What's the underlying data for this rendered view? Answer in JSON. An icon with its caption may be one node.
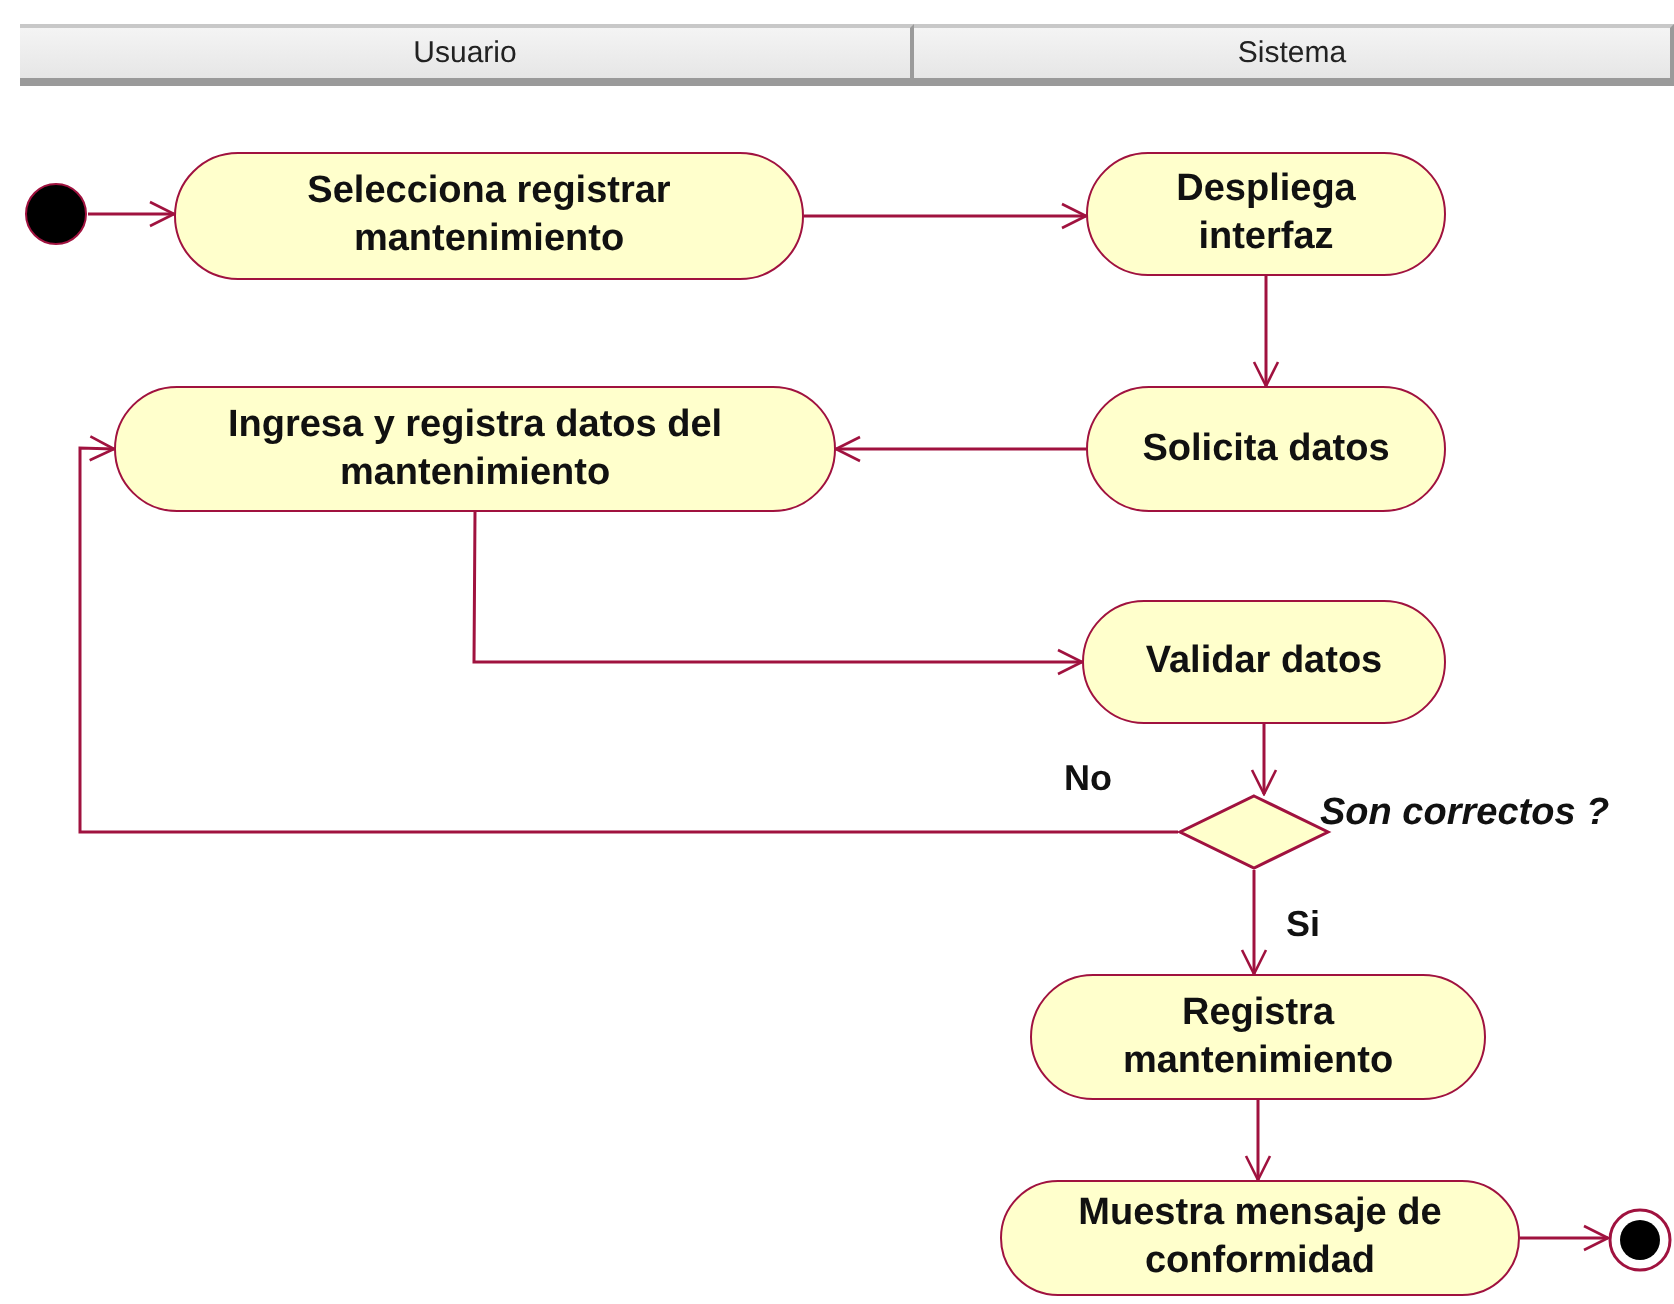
{
  "diagram": {
    "nodes": [
      {
        "text": [
          "Usuario"
        ]
      },
      {
        "text": [
          "Sistema"
        ]
      },
      {
        "text": [],
        "shape": "circle",
        "in": 0
      },
      {
        "text": [
          "Selecciona registrar mantenimiento"
        ],
        "in": 0
      },
      {
        "text": [
          "Despliega interfaz"
        ],
        "in": 1
      },
      {
        "text": [
          "Ingresa y registra datos del mantenimiento"
        ],
        "in": 0
      },
      {
        "text": [
          "Solicita datos"
        ],
        "in": 1
      },
      {
        "text": [
          "Validar datos"
        ],
        "in": 1
      },
      {
        "text": [],
        "shape": "diamond",
        "in": 1,
        "beside": [
          "Son correctos ?"
        ]
      },
      {
        "text": [
          "Registra mantenimiento"
        ],
        "in": 1
      },
      {
        "text": [
          "Muestra mensaje de conformidad"
        ],
        "in": 1
      },
      {
        "text": [],
        "shape": "circle",
        "in": 1
      }
    ],
    "edges": [
      {
        "from": 2,
        "to": 3,
        "arrow": "to"
      },
      {
        "from": 3,
        "to": 4,
        "arrow": "to"
      },
      {
        "from": 4,
        "to": 6,
        "arrow": "to"
      },
      {
        "from": 6,
        "to": 5,
        "arrow": "to"
      },
      {
        "from": 5,
        "to": 7,
        "arrow": "to"
      },
      {
        "from": 7,
        "to": 8,
        "arrow": "to"
      },
      {
        "from": 8,
        "to": 5,
        "arrow": "to",
        "label": "No"
      },
      {
        "from": 8,
        "to": 9,
        "arrow": "to",
        "label": "Si"
      },
      {
        "from": 9,
        "to": 10,
        "arrow": "to"
      },
      {
        "from": 10,
        "to": 11,
        "arrow": "to"
      }
    ]
  }
}
